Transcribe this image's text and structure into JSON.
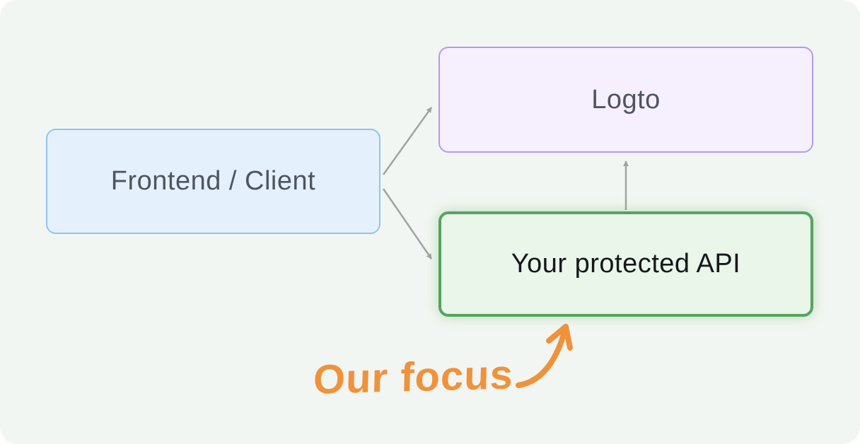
{
  "diagram": {
    "nodes": [
      {
        "id": "frontend-client",
        "label": "Frontend / Client"
      },
      {
        "id": "logto",
        "label": "Logto"
      },
      {
        "id": "protected-api",
        "label": "Your protected API"
      }
    ],
    "edges": [
      {
        "from": "frontend-client",
        "to": "logto",
        "direction": "to-logto"
      },
      {
        "from": "frontend-client",
        "to": "protected-api",
        "direction": "to-api"
      },
      {
        "from": "protected-api",
        "to": "logto",
        "direction": "api-to-logto"
      }
    ],
    "annotation": {
      "label": "Our focus",
      "target": "protected-api"
    },
    "colors": {
      "canvas_background": "#f2f6f2",
      "frontend_fill": "#e4f1fc",
      "frontend_border": "#92c3f1",
      "logto_fill": "#f6effd",
      "logto_border": "#b29bef",
      "api_fill": "#e9f6e9",
      "api_border": "#55a45d",
      "connector_gray": "#a3a3a3",
      "annotation_orange": "#f0923b",
      "node_text_gray": "#4e5560",
      "api_text_dark": "#16181c"
    }
  }
}
